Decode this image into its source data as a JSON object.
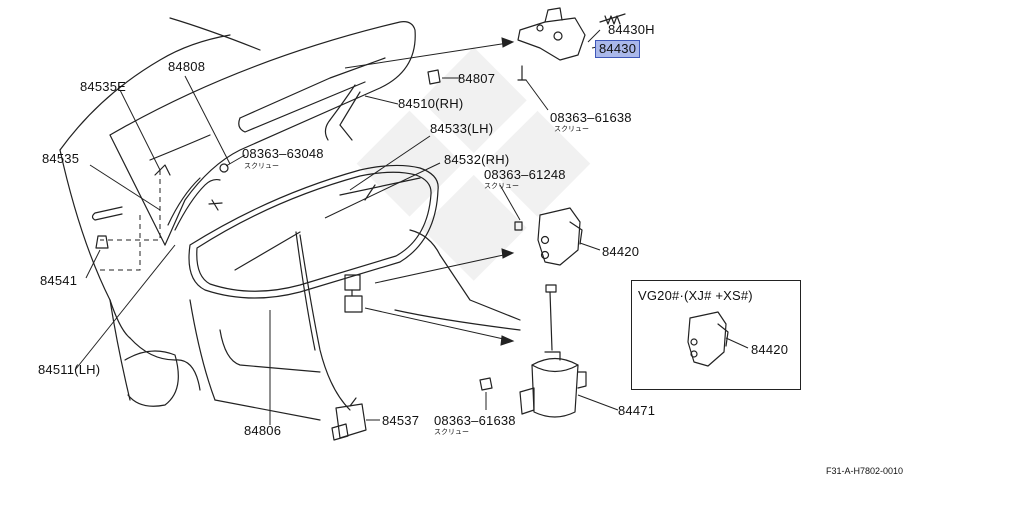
{
  "parts": {
    "p84430H": "84430H",
    "p84430": "84430",
    "p84807": "84807",
    "p84808": "84808",
    "p84535E": "84535E",
    "p84510": "84510(RH)",
    "p08363_61638a": "08363–61638",
    "p08363_61638a_sub": "スクリュー",
    "p84533": "84533(LH)",
    "p08363_63048": "08363–63048",
    "p08363_63048_sub": "スクリュー",
    "p84535": "84535",
    "p84532": "84532(RH)",
    "p08363_61248": "08363–61248",
    "p08363_61248_sub": "スクリュー",
    "p84420": "84420",
    "p84541": "84541",
    "p84511": "84511(LH)",
    "p84471": "84471",
    "p08363_61638b": "08363–61638",
    "p08363_61638b_sub": "スクリュー",
    "p84537": "84537",
    "p84806": "84806"
  },
  "inset": {
    "title": "VG20#·(XJ# +XS#)",
    "part": "84420"
  },
  "diagram_code": "F31-A-H7802-0010",
  "highlight_color": "#aab8ea"
}
